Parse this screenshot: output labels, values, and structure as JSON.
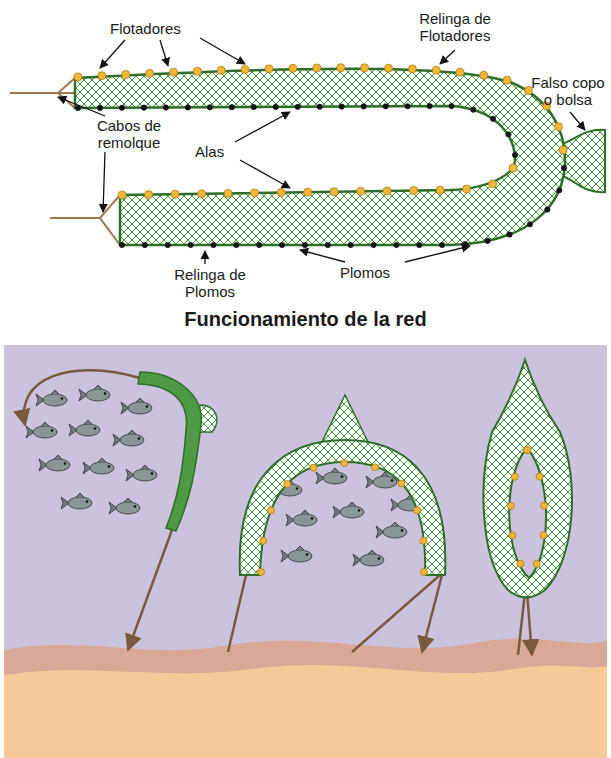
{
  "diagram": {
    "title": "Funcionamiento de la red",
    "labels": [
      "Flotadores",
      "Relinga de Flotadores",
      "Falso copo o bolsa",
      "Cabos de remolque",
      "Alas",
      "Relinga de Plomos",
      "Plomos"
    ]
  }
}
